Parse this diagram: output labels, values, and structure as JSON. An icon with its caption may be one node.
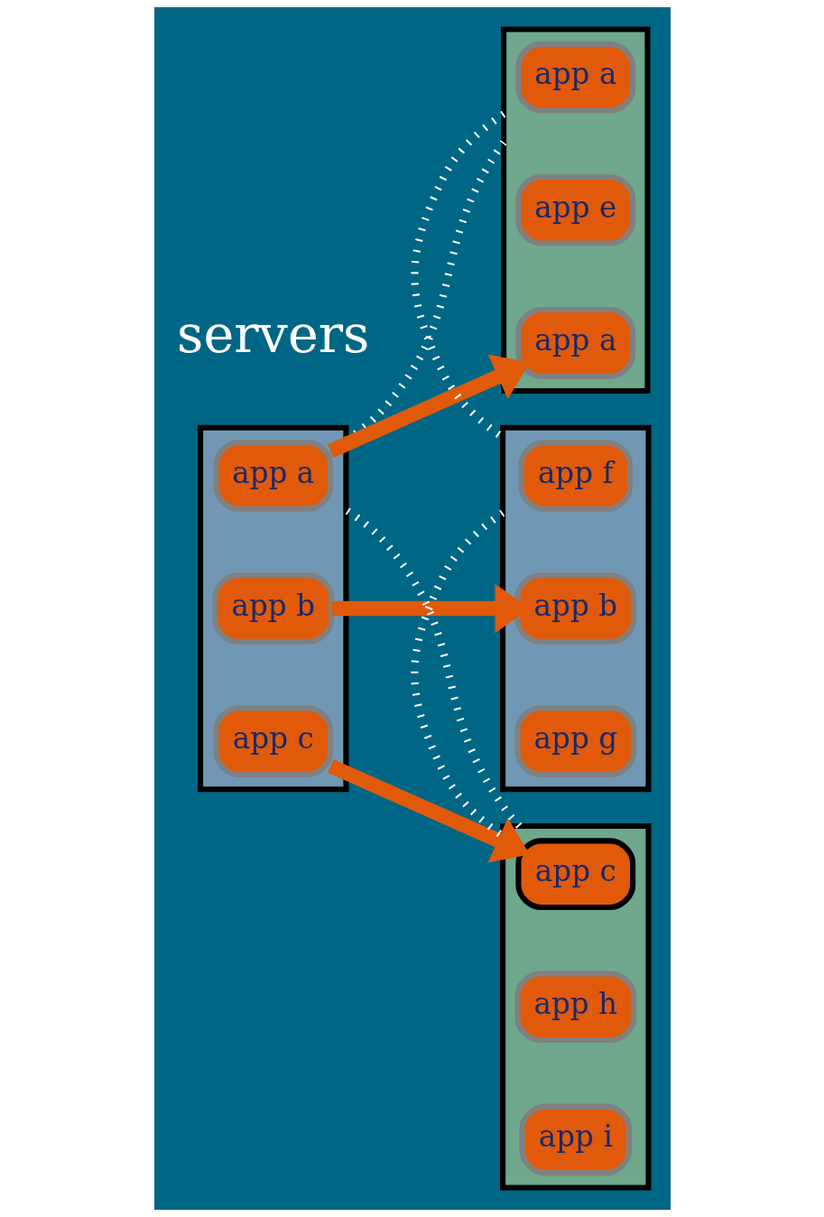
{
  "diagram": {
    "nodes": [
      {
        "text": [],
        "shape": "box"
      },
      {
        "text": [
          "app a"
        ],
        "in": 0
      },
      {
        "text": [
          "app b"
        ],
        "in": 0
      },
      {
        "text": [
          "app c"
        ],
        "in": 0
      },
      {
        "text": [],
        "shape": "box"
      },
      {
        "text": [
          "app a"
        ],
        "in": 4
      },
      {
        "text": [
          "app e"
        ],
        "in": 4
      },
      {
        "text": [
          "app a"
        ],
        "in": 4
      },
      {
        "text": [],
        "shape": "box"
      },
      {
        "text": [
          "app f"
        ],
        "in": 8
      },
      {
        "text": [
          "app b"
        ],
        "in": 8
      },
      {
        "text": [
          "app g"
        ],
        "in": 8
      },
      {
        "text": [],
        "shape": "box"
      },
      {
        "text": [
          "app c"
        ],
        "in": 12
      },
      {
        "text": [
          "app h"
        ],
        "in": 12
      },
      {
        "text": [
          "app i"
        ],
        "in": 12
      }
    ],
    "edges": [
      {
        "from": 1,
        "to": 7,
        "arrow": "to",
        "style": "thick",
        "color": "#e05a0a"
      },
      {
        "from": 2,
        "to": 10,
        "arrow": "to",
        "style": "thick",
        "color": "#e05a0a"
      },
      {
        "from": 3,
        "to": 13,
        "arrow": "to",
        "style": "thick",
        "color": "#e05a0a"
      },
      {
        "from": 0,
        "to": 4,
        "arrow": "none",
        "style": "dashed",
        "color": "#ffffff"
      },
      {
        "from": 4,
        "to": 8,
        "arrow": "none",
        "style": "dashed",
        "color": "#ffffff"
      },
      {
        "from": 8,
        "to": 12,
        "arrow": "none",
        "style": "dashed",
        "color": "#ffffff"
      },
      {
        "from": 12,
        "to": 0,
        "arrow": "none",
        "style": "dashed",
        "color": "#ffffff"
      }
    ],
    "labels": [
      "servers"
    ]
  }
}
